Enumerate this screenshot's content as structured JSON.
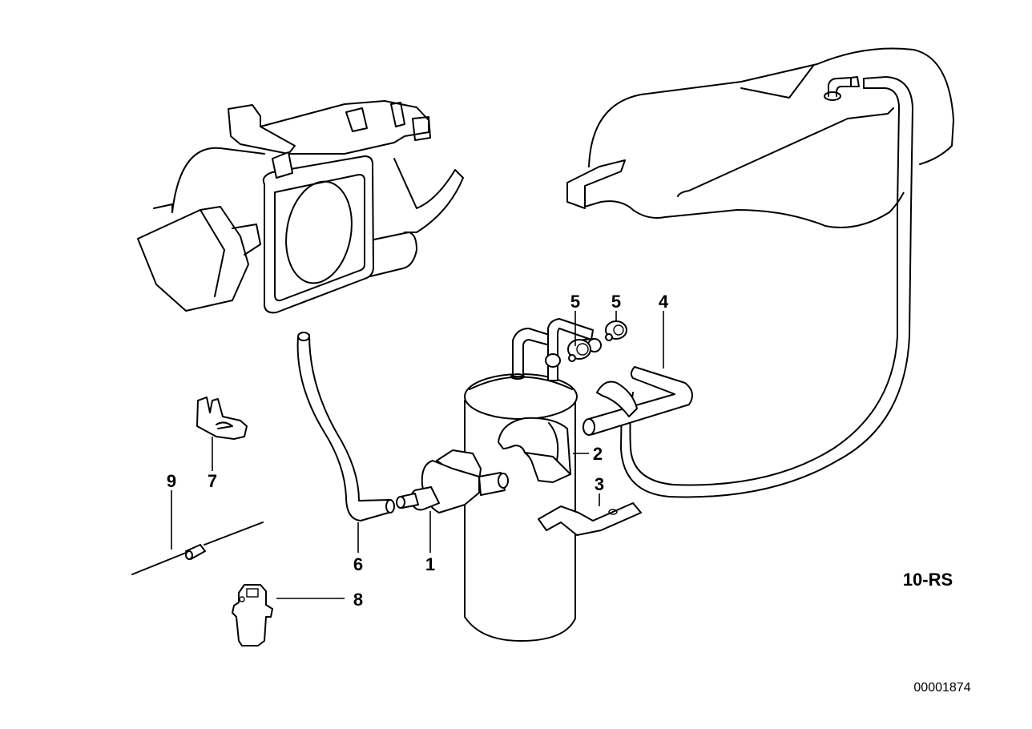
{
  "diagram": {
    "title": "Fuel tank breather valve / activated charcoal filter assembly",
    "group_label": "10-RS",
    "reference_number": "00001874",
    "callouts": [
      {
        "id": "1",
        "part": "fuel-tank-breather-valve"
      },
      {
        "id": "2",
        "part": "holder"
      },
      {
        "id": "3",
        "part": "bracket"
      },
      {
        "id": "4",
        "part": "hose"
      },
      {
        "id": "5a",
        "label": "5",
        "part": "hose-clamp"
      },
      {
        "id": "5b",
        "label": "5",
        "part": "hose-clamp"
      },
      {
        "id": "6",
        "part": "vent-hose"
      },
      {
        "id": "7",
        "part": "clip"
      },
      {
        "id": "8",
        "part": "connector-plug"
      },
      {
        "id": "9",
        "part": "wire-with-connector"
      }
    ],
    "labels": {
      "c1": "1",
      "c2": "2",
      "c3": "3",
      "c4": "4",
      "c5a": "5",
      "c5b": "5",
      "c6": "6",
      "c7": "7",
      "c8": "8",
      "c9": "9"
    },
    "colors": {
      "line": "#000000",
      "background": "#ffffff"
    }
  }
}
